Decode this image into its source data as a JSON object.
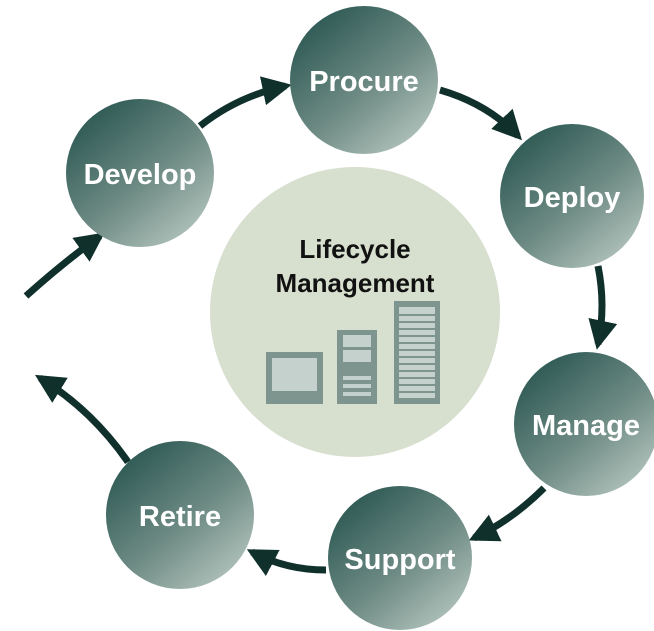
{
  "title": {
    "line1": "Lifecycle",
    "line2": "Management"
  },
  "stages": [
    {
      "id": "procure",
      "label": "Procure"
    },
    {
      "id": "deploy",
      "label": "Deploy"
    },
    {
      "id": "manage",
      "label": "Manage"
    },
    {
      "id": "support",
      "label": "Support"
    },
    {
      "id": "retire",
      "label": "Retire"
    },
    {
      "id": "develop",
      "label": "Develop"
    }
  ],
  "colors": {
    "stage_dark": "#2f5a55",
    "stage_light": "#b2c4bd",
    "center_fill": "#d7dfcf",
    "arrow": "#10302c",
    "hardware": "#7e958f"
  },
  "icons": [
    "monitor-icon",
    "tower-computer-icon",
    "server-rack-icon"
  ]
}
